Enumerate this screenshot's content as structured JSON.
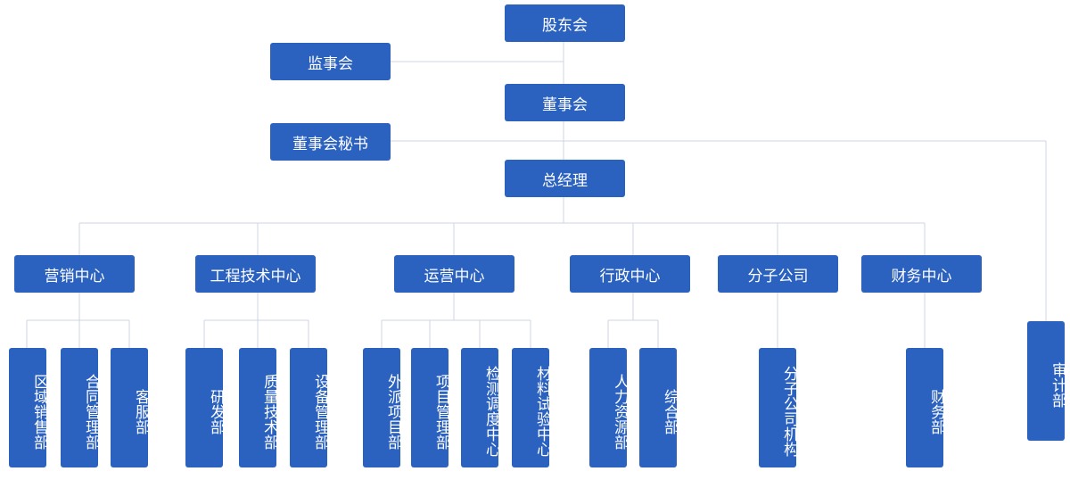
{
  "chart": {
    "top": {
      "shareholders": "股东会",
      "supervisors": "监事会",
      "board": "董事会",
      "secretary": "董事会秘书",
      "gm": "总经理",
      "audit": "审计部"
    },
    "centers": {
      "marketing": "营销中心",
      "engineering": "工程技术中心",
      "operations": "运营中心",
      "admin": "行政中心",
      "branch": "分子公司",
      "finance": "财务中心"
    },
    "departments": {
      "regional_sales": "区域销售部",
      "contract_mgmt": "合同管理部",
      "customer_service": "客服部",
      "rnd": "研发部",
      "quality_tech": "质量技术部",
      "equipment_mgmt": "设备管理部",
      "dispatched_projects": "外派项目部",
      "project_mgmt": "项目管理部",
      "inspection_center": "检测调度中心",
      "materials_center": "材料试验中心",
      "hr": "人力资源部",
      "general_affairs": "综合部",
      "branch_org": "分子公司机构",
      "finance_dept": "财务部"
    }
  }
}
